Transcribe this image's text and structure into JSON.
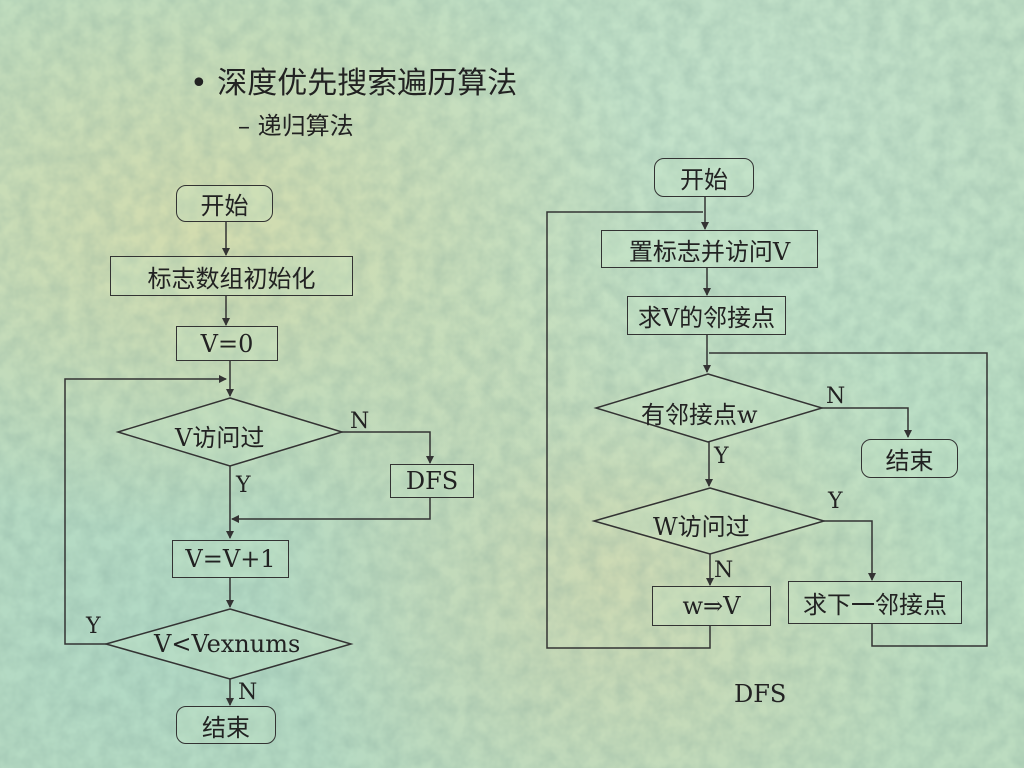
{
  "slide": {
    "bullet": "深度优先搜索遍历算法",
    "sub_bullet": "递归算法"
  },
  "left_flowchart": {
    "start": "开始",
    "init": "标志数组初始化",
    "set_v": "V=0",
    "check_visited": "V访问过",
    "dfs": "DFS",
    "increment": "V=V+1",
    "loop_cond": "V<Vexnums",
    "end": "结束",
    "label_n1": "N",
    "label_y1": "Y",
    "label_y2": "Y",
    "label_n2": "N"
  },
  "right_flowchart": {
    "start": "开始",
    "mark_visit": "置标志并访问V",
    "first_adj": "求V的邻接点",
    "has_adj": "有邻接点w",
    "end": "结束",
    "w_visited": "W访问过",
    "recurse": "w⇒V",
    "next_adj": "求下一邻接点",
    "caption": "DFS",
    "label_n1": "N",
    "label_y1": "Y",
    "label_y2": "Y",
    "label_n2": "N"
  }
}
